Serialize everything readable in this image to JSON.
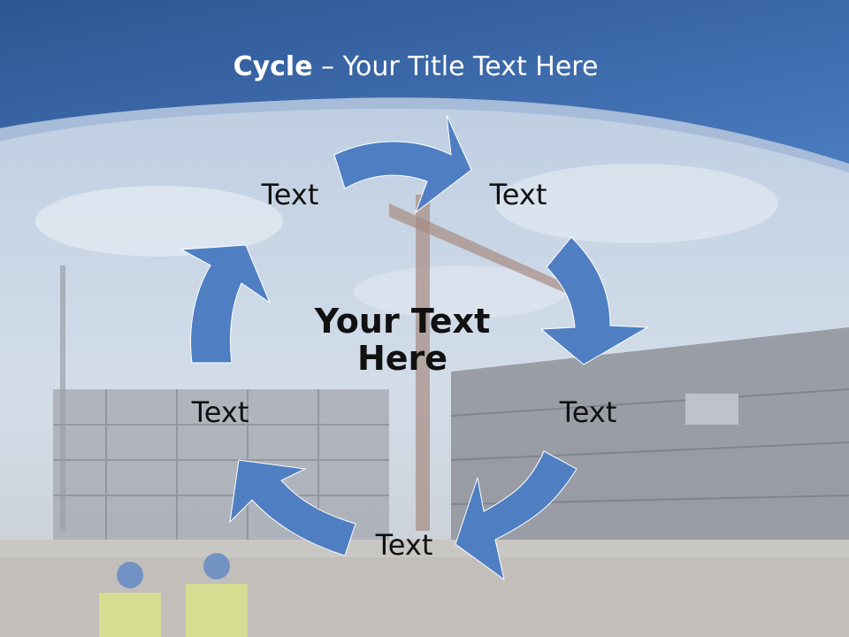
{
  "slide": {
    "title_bold": "Cycle",
    "title_rest": " – Your Title Text Here",
    "center_text": "Your Text Here"
  },
  "cycle": {
    "nodes": [
      {
        "label": "Text"
      },
      {
        "label": "Text"
      },
      {
        "label": "Text"
      },
      {
        "label": "Text"
      },
      {
        "label": "Text"
      }
    ]
  },
  "colors": {
    "header_dark": "#2f5b9a",
    "header_light": "#4a7cc0",
    "arrow_fill": "#4f7fc2",
    "text": "#111111"
  },
  "icons": {
    "arrows": "curved-arrow-icon"
  }
}
